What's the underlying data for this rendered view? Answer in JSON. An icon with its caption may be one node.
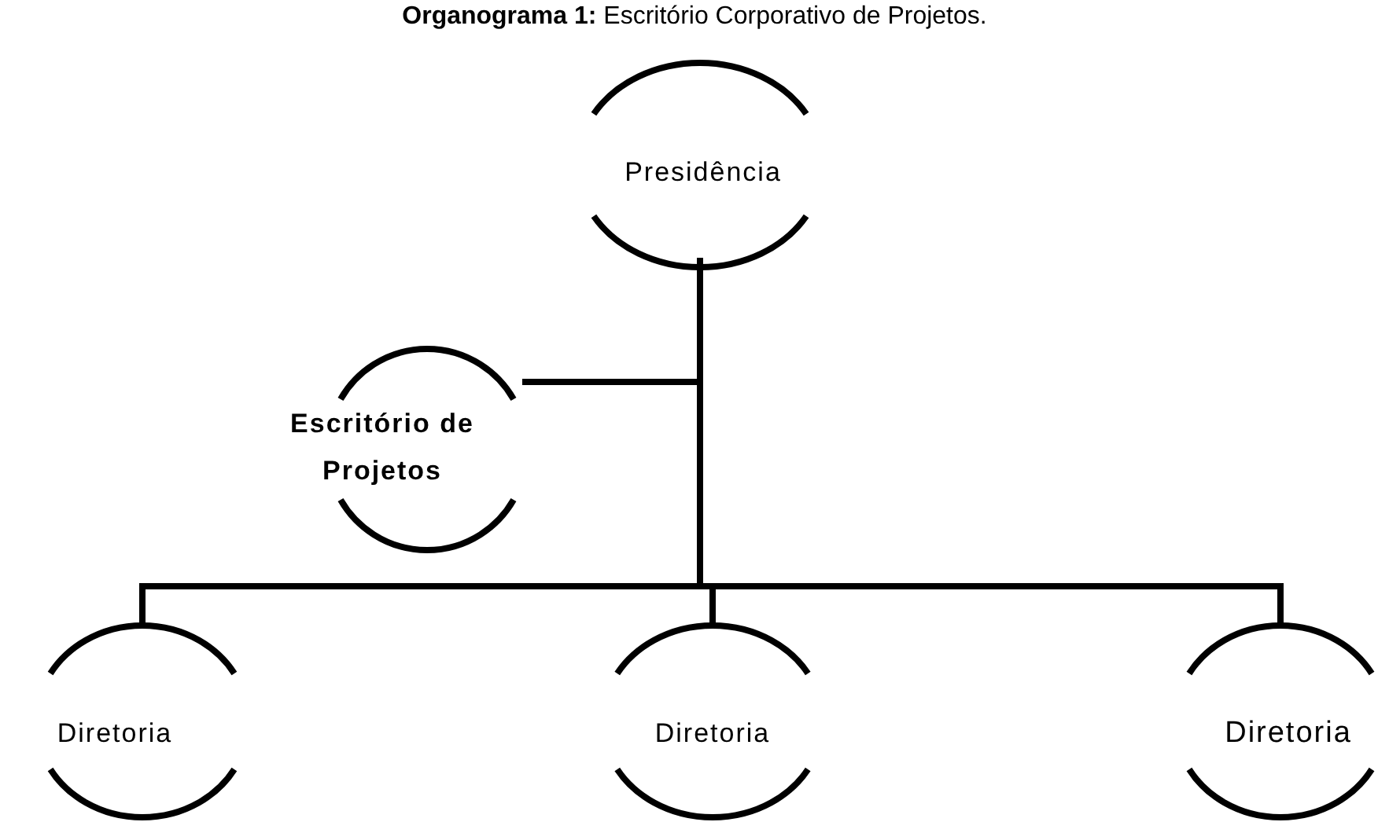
{
  "diagram": {
    "title": "**Organograma 1:** Escritório Corporativo de Projetos.",
    "nodes": [
      {
        "text": [
          "Presidência"
        ]
      },
      {
        "text": [
          "Escritório de Projetos"
        ]
      },
      {
        "text": [
          "Diretoria"
        ]
      },
      {
        "text": [
          "Diretoria"
        ]
      },
      {
        "text": [
          "Diretoria"
        ]
      }
    ],
    "edges": [
      {
        "from": 0,
        "to": 1,
        "arrow": "none"
      },
      {
        "from": 0,
        "to": 2,
        "arrow": "none"
      },
      {
        "from": 0,
        "to": 3,
        "arrow": "none"
      },
      {
        "from": 0,
        "to": 4,
        "arrow": "none"
      }
    ]
  }
}
